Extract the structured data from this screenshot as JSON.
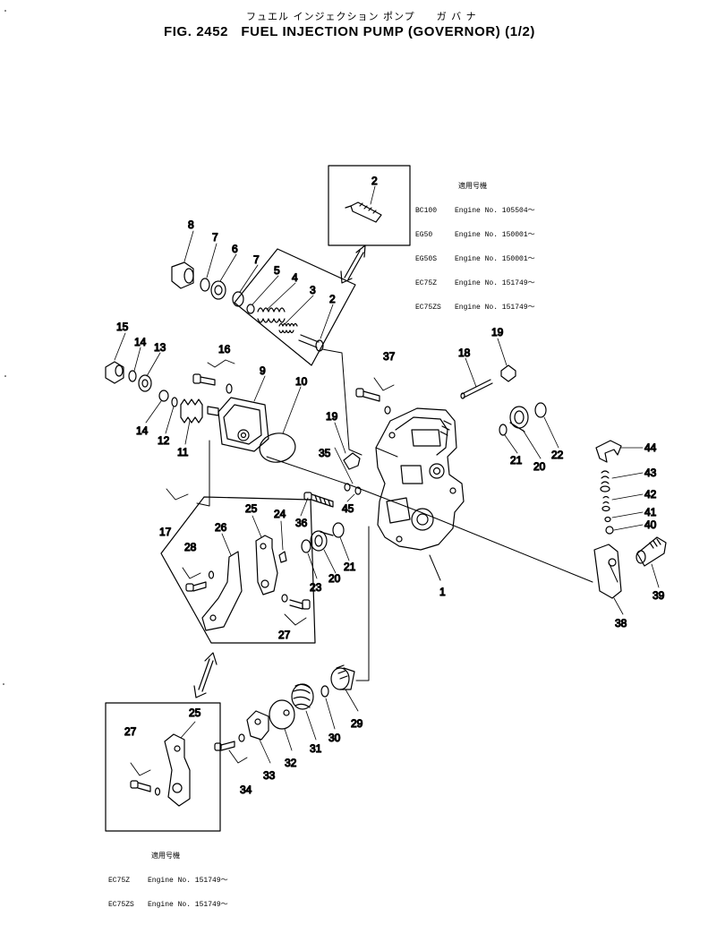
{
  "title": {
    "japanese": "フュエル インジェクション ポンプ　　ガ バ ナ",
    "figure": "FIG. 2452",
    "english": "FUEL INJECTION PUMP (GOVERNOR) (1/2)"
  },
  "applicability_top": {
    "header": "適用号機",
    "rows": [
      {
        "model": "BC100",
        "engine": "Engine No. 105504～"
      },
      {
        "model": "EG50",
        "engine": "Engine No. 150001～"
      },
      {
        "model": "EG50S",
        "engine": "Engine No. 150001～"
      },
      {
        "model": "EC75Z",
        "engine": "Engine No. 151749～"
      },
      {
        "model": "EC75ZS",
        "engine": "Engine No. 151749～"
      }
    ]
  },
  "applicability_bottom": {
    "header": "適用号機",
    "rows": [
      {
        "model": "EC75Z",
        "engine": "Engine No. 151749～"
      },
      {
        "model": "EC75ZS",
        "engine": "Engine No. 151749～"
      }
    ]
  },
  "callouts": [
    {
      "id": "c2a",
      "label": "2"
    },
    {
      "id": "c8",
      "label": "8"
    },
    {
      "id": "c7a",
      "label": "7"
    },
    {
      "id": "c6",
      "label": "6"
    },
    {
      "id": "c7b",
      "label": "7"
    },
    {
      "id": "c5",
      "label": "5"
    },
    {
      "id": "c4",
      "label": "4"
    },
    {
      "id": "c3",
      "label": "3"
    },
    {
      "id": "c2b",
      "label": "2"
    },
    {
      "id": "c15",
      "label": "15"
    },
    {
      "id": "c14a",
      "label": "14"
    },
    {
      "id": "c13",
      "label": "13"
    },
    {
      "id": "c16",
      "label": "16"
    },
    {
      "id": "c9",
      "label": "9"
    },
    {
      "id": "c10",
      "label": "10"
    },
    {
      "id": "c14b",
      "label": "14"
    },
    {
      "id": "c12",
      "label": "12"
    },
    {
      "id": "c11",
      "label": "11"
    },
    {
      "id": "c37",
      "label": "37"
    },
    {
      "id": "c18",
      "label": "18"
    },
    {
      "id": "c19a",
      "label": "19"
    },
    {
      "id": "c19b",
      "label": "19"
    },
    {
      "id": "c35",
      "label": "35"
    },
    {
      "id": "c21a",
      "label": "21"
    },
    {
      "id": "c20a",
      "label": "20"
    },
    {
      "id": "c22",
      "label": "22"
    },
    {
      "id": "c44",
      "label": "44"
    },
    {
      "id": "c43",
      "label": "43"
    },
    {
      "id": "c42",
      "label": "42"
    },
    {
      "id": "c41",
      "label": "41"
    },
    {
      "id": "c40",
      "label": "40"
    },
    {
      "id": "c39",
      "label": "39"
    },
    {
      "id": "c38",
      "label": "38"
    },
    {
      "id": "c17",
      "label": "17"
    },
    {
      "id": "c26",
      "label": "26"
    },
    {
      "id": "c25a",
      "label": "25"
    },
    {
      "id": "c24",
      "label": "24"
    },
    {
      "id": "c36",
      "label": "36"
    },
    {
      "id": "c45",
      "label": "45"
    },
    {
      "id": "c28",
      "label": "28"
    },
    {
      "id": "c23",
      "label": "23"
    },
    {
      "id": "c20b",
      "label": "20"
    },
    {
      "id": "c21b",
      "label": "21"
    },
    {
      "id": "c1",
      "label": "1"
    },
    {
      "id": "c27a",
      "label": "27"
    },
    {
      "id": "c29",
      "label": "29"
    },
    {
      "id": "c30",
      "label": "30"
    },
    {
      "id": "c31",
      "label": "31"
    },
    {
      "id": "c32",
      "label": "32"
    },
    {
      "id": "c33",
      "label": "33"
    },
    {
      "id": "c34",
      "label": "34"
    },
    {
      "id": "c25b",
      "label": "25"
    },
    {
      "id": "c27b",
      "label": "27"
    }
  ]
}
